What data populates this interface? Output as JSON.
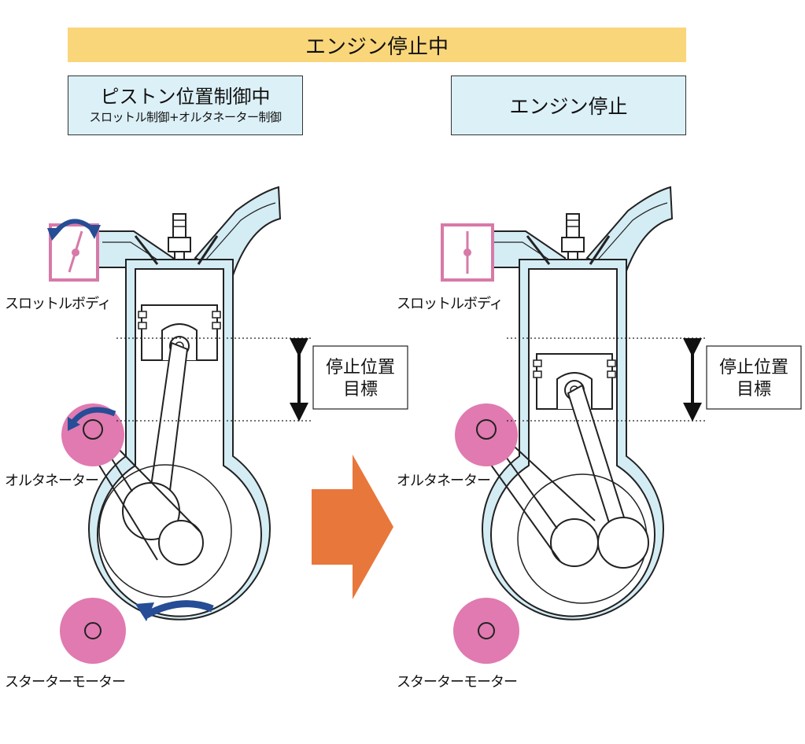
{
  "header": {
    "banner": "エンジン停止中"
  },
  "left_state": {
    "title": "ピストン位置制御中",
    "subtitle": "スロットル制御+オルタネーター制御"
  },
  "right_state": {
    "title": "エンジン停止"
  },
  "labels": {
    "throttle_body": "スロットルボディ",
    "alternator": "オルタネーター",
    "starter_motor": "スターターモーター",
    "target_line1": "停止位置",
    "target_line2": "目標"
  },
  "colors": {
    "banner": "#fad67a",
    "state_box": "#dcf0f7",
    "engine_fill": "#d4ecf4",
    "pink_component": "#e07ab0",
    "throttle_outline": "#d77aa8",
    "rotation_arrow": "#264d96",
    "transition_arrow": "#e8773c"
  }
}
